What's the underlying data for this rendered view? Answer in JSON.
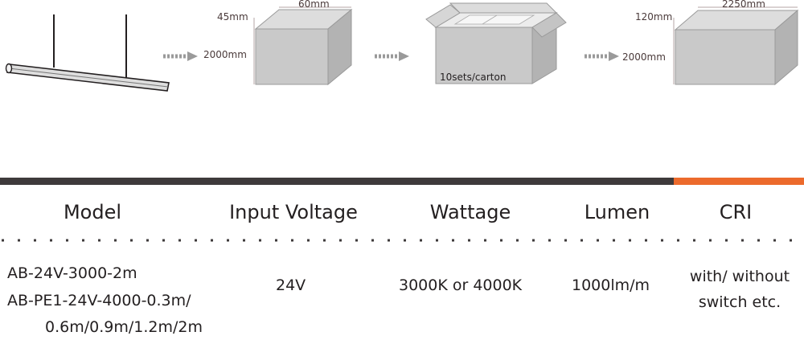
{
  "packaging": {
    "single_box": {
      "height_label": "45mm",
      "width_label": "60mm",
      "length_label": "2000mm"
    },
    "carton": {
      "quantity_label": "10sets/carton"
    },
    "big_box": {
      "height_label": "120mm",
      "width_label": "2250mm",
      "length_label": "2000mm"
    }
  },
  "colors": {
    "bar_dark": "#3e3a3b",
    "bar_accent": "#ec6a2c",
    "box_face": "#c9c9c9",
    "box_top": "#dddddd",
    "box_side": "#b3b3b3",
    "arrow": "#9a9a9a"
  },
  "table": {
    "headers": [
      "Model",
      "Input Voltage",
      "Wattage",
      "Lumen",
      "CRI"
    ],
    "model_lines": [
      "AB-24V-3000-2m",
      "AB-PE1-24V-4000-0.3m/",
      "0.6m/0.9m/1.2m/2m"
    ],
    "voltage": "24V",
    "wattage": "3000K or 4000K",
    "lumen": "1000lm/m",
    "cri_lines": [
      "with/ without",
      "switch etc."
    ]
  }
}
